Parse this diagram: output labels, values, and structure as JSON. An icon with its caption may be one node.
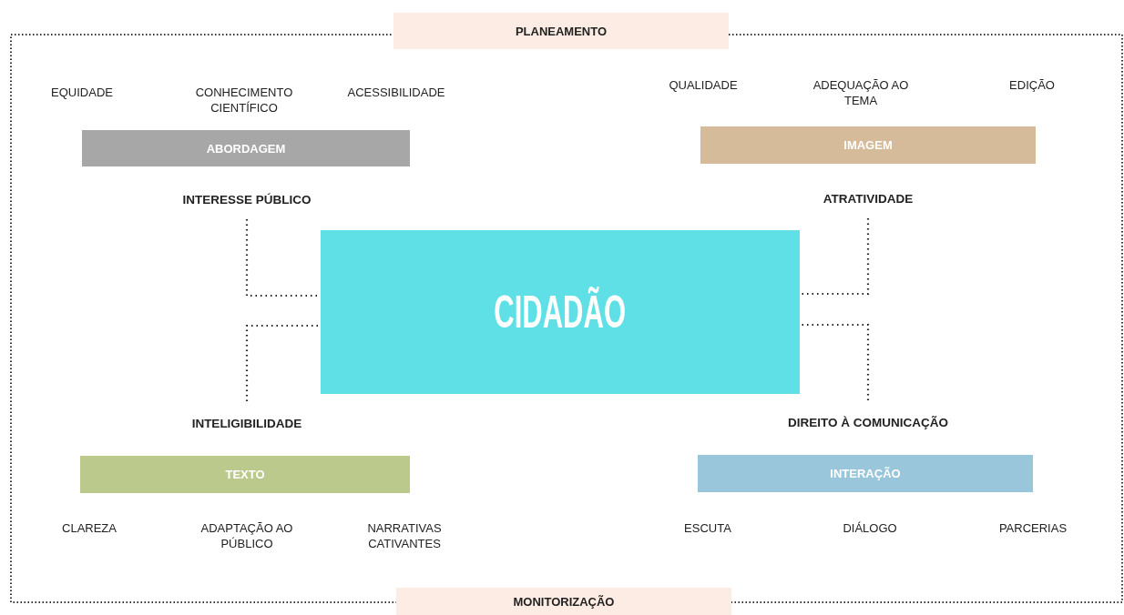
{
  "diagram": {
    "nodes": [
      {
        "text": [
          "PLANEAMENTO"
        ]
      },
      {
        "text": [
          "ABORDAGEM"
        ]
      },
      {
        "text": [
          "IMAGEM"
        ]
      },
      {
        "text": [
          "INTERESSE PÚBLICO"
        ]
      },
      {
        "text": [
          "ATRATIVIDADE"
        ]
      },
      {
        "text": [
          "CIDADÃO"
        ]
      },
      {
        "text": [
          "INTELIGIBILIDADE"
        ]
      },
      {
        "text": [
          "DIREITO À COMUNICAÇÃO"
        ]
      },
      {
        "text": [
          "TEXTO"
        ]
      },
      {
        "text": [
          "INTERAÇÃO"
        ]
      },
      {
        "text": [
          "MONITORIZAÇÃO"
        ]
      }
    ],
    "edges": [
      {
        "from": 3,
        "to": 5,
        "arrow": "none",
        "style": "dashed"
      },
      {
        "from": 4,
        "to": 5,
        "arrow": "none",
        "style": "dashed"
      },
      {
        "from": 6,
        "to": 5,
        "arrow": "none",
        "style": "dashed"
      },
      {
        "from": 7,
        "to": 5,
        "arrow": "none",
        "style": "dashed"
      }
    ],
    "labels": [
      "EQUIDADE",
      "CONHECIMENTO CIENTÍFICO",
      "ACESSIBILIDADE",
      "QUALIDADE",
      "ADEQUAÇÃO AO TEMA",
      "EDIÇÃO",
      "CLAREZA",
      "ADAPTAÇÃO AO PÚBLICO",
      "NARRATIVAS CATIVANTES",
      "ESCUTA",
      "DIÁLOGO",
      "PARCERIAS"
    ]
  }
}
